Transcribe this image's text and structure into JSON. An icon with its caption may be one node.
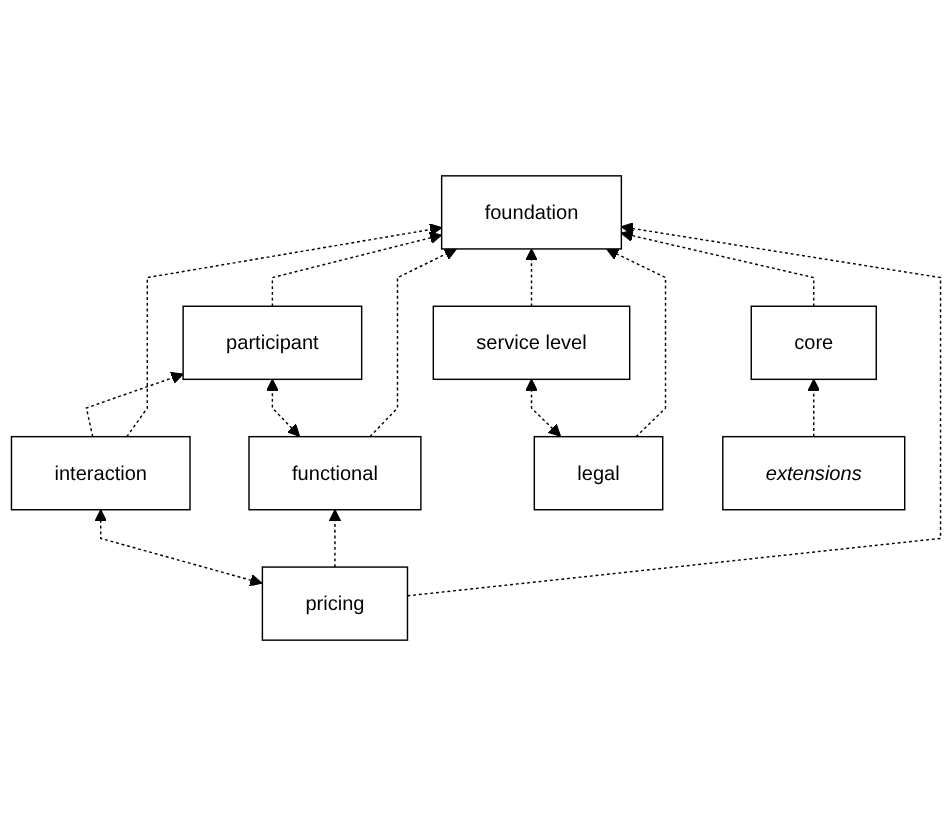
{
  "diagram": {
    "nodes": [
      {
        "text": [
          "foundation"
        ]
      },
      {
        "text": [
          "core"
        ]
      },
      {
        "text": [
          "functional"
        ]
      },
      {
        "text": [
          "participant"
        ]
      },
      {
        "text": [
          "pricing"
        ]
      },
      {
        "text": [
          "interaction"
        ]
      },
      {
        "text": [
          "legal"
        ]
      },
      {
        "text": [
          "service level"
        ]
      },
      {
        "text": [
          "extensions"
        ]
      }
    ],
    "edges": [
      {
        "from": 1,
        "to": 0,
        "arrow": "to",
        "style": "dashed"
      },
      {
        "from": 8,
        "to": 1,
        "arrow": "to",
        "style": "dashed"
      },
      {
        "from": 2,
        "to": 0,
        "arrow": "to",
        "style": "dashed"
      },
      {
        "from": 4,
        "to": 0,
        "arrow": "to",
        "style": "dashed"
      },
      {
        "from": 6,
        "to": 0,
        "arrow": "to",
        "style": "dashed"
      },
      {
        "from": 3,
        "to": 0,
        "arrow": "to",
        "style": "dashed"
      },
      {
        "from": 5,
        "to": 0,
        "arrow": "to",
        "style": "dashed"
      },
      {
        "from": 7,
        "to": 0,
        "arrow": "to",
        "style": "dashed"
      },
      {
        "from": 4,
        "to": 2,
        "arrow": "to",
        "style": "dashed"
      },
      {
        "from": 5,
        "to": 3,
        "arrow": "to",
        "style": "dashed"
      },
      {
        "from": 2,
        "to": 3,
        "arrow": "both",
        "style": "dashed"
      },
      {
        "from": 4,
        "to": 5,
        "arrow": "both",
        "style": "dashed"
      },
      {
        "from": 6,
        "to": 7,
        "arrow": "both",
        "style": "dashed"
      }
    ]
  }
}
